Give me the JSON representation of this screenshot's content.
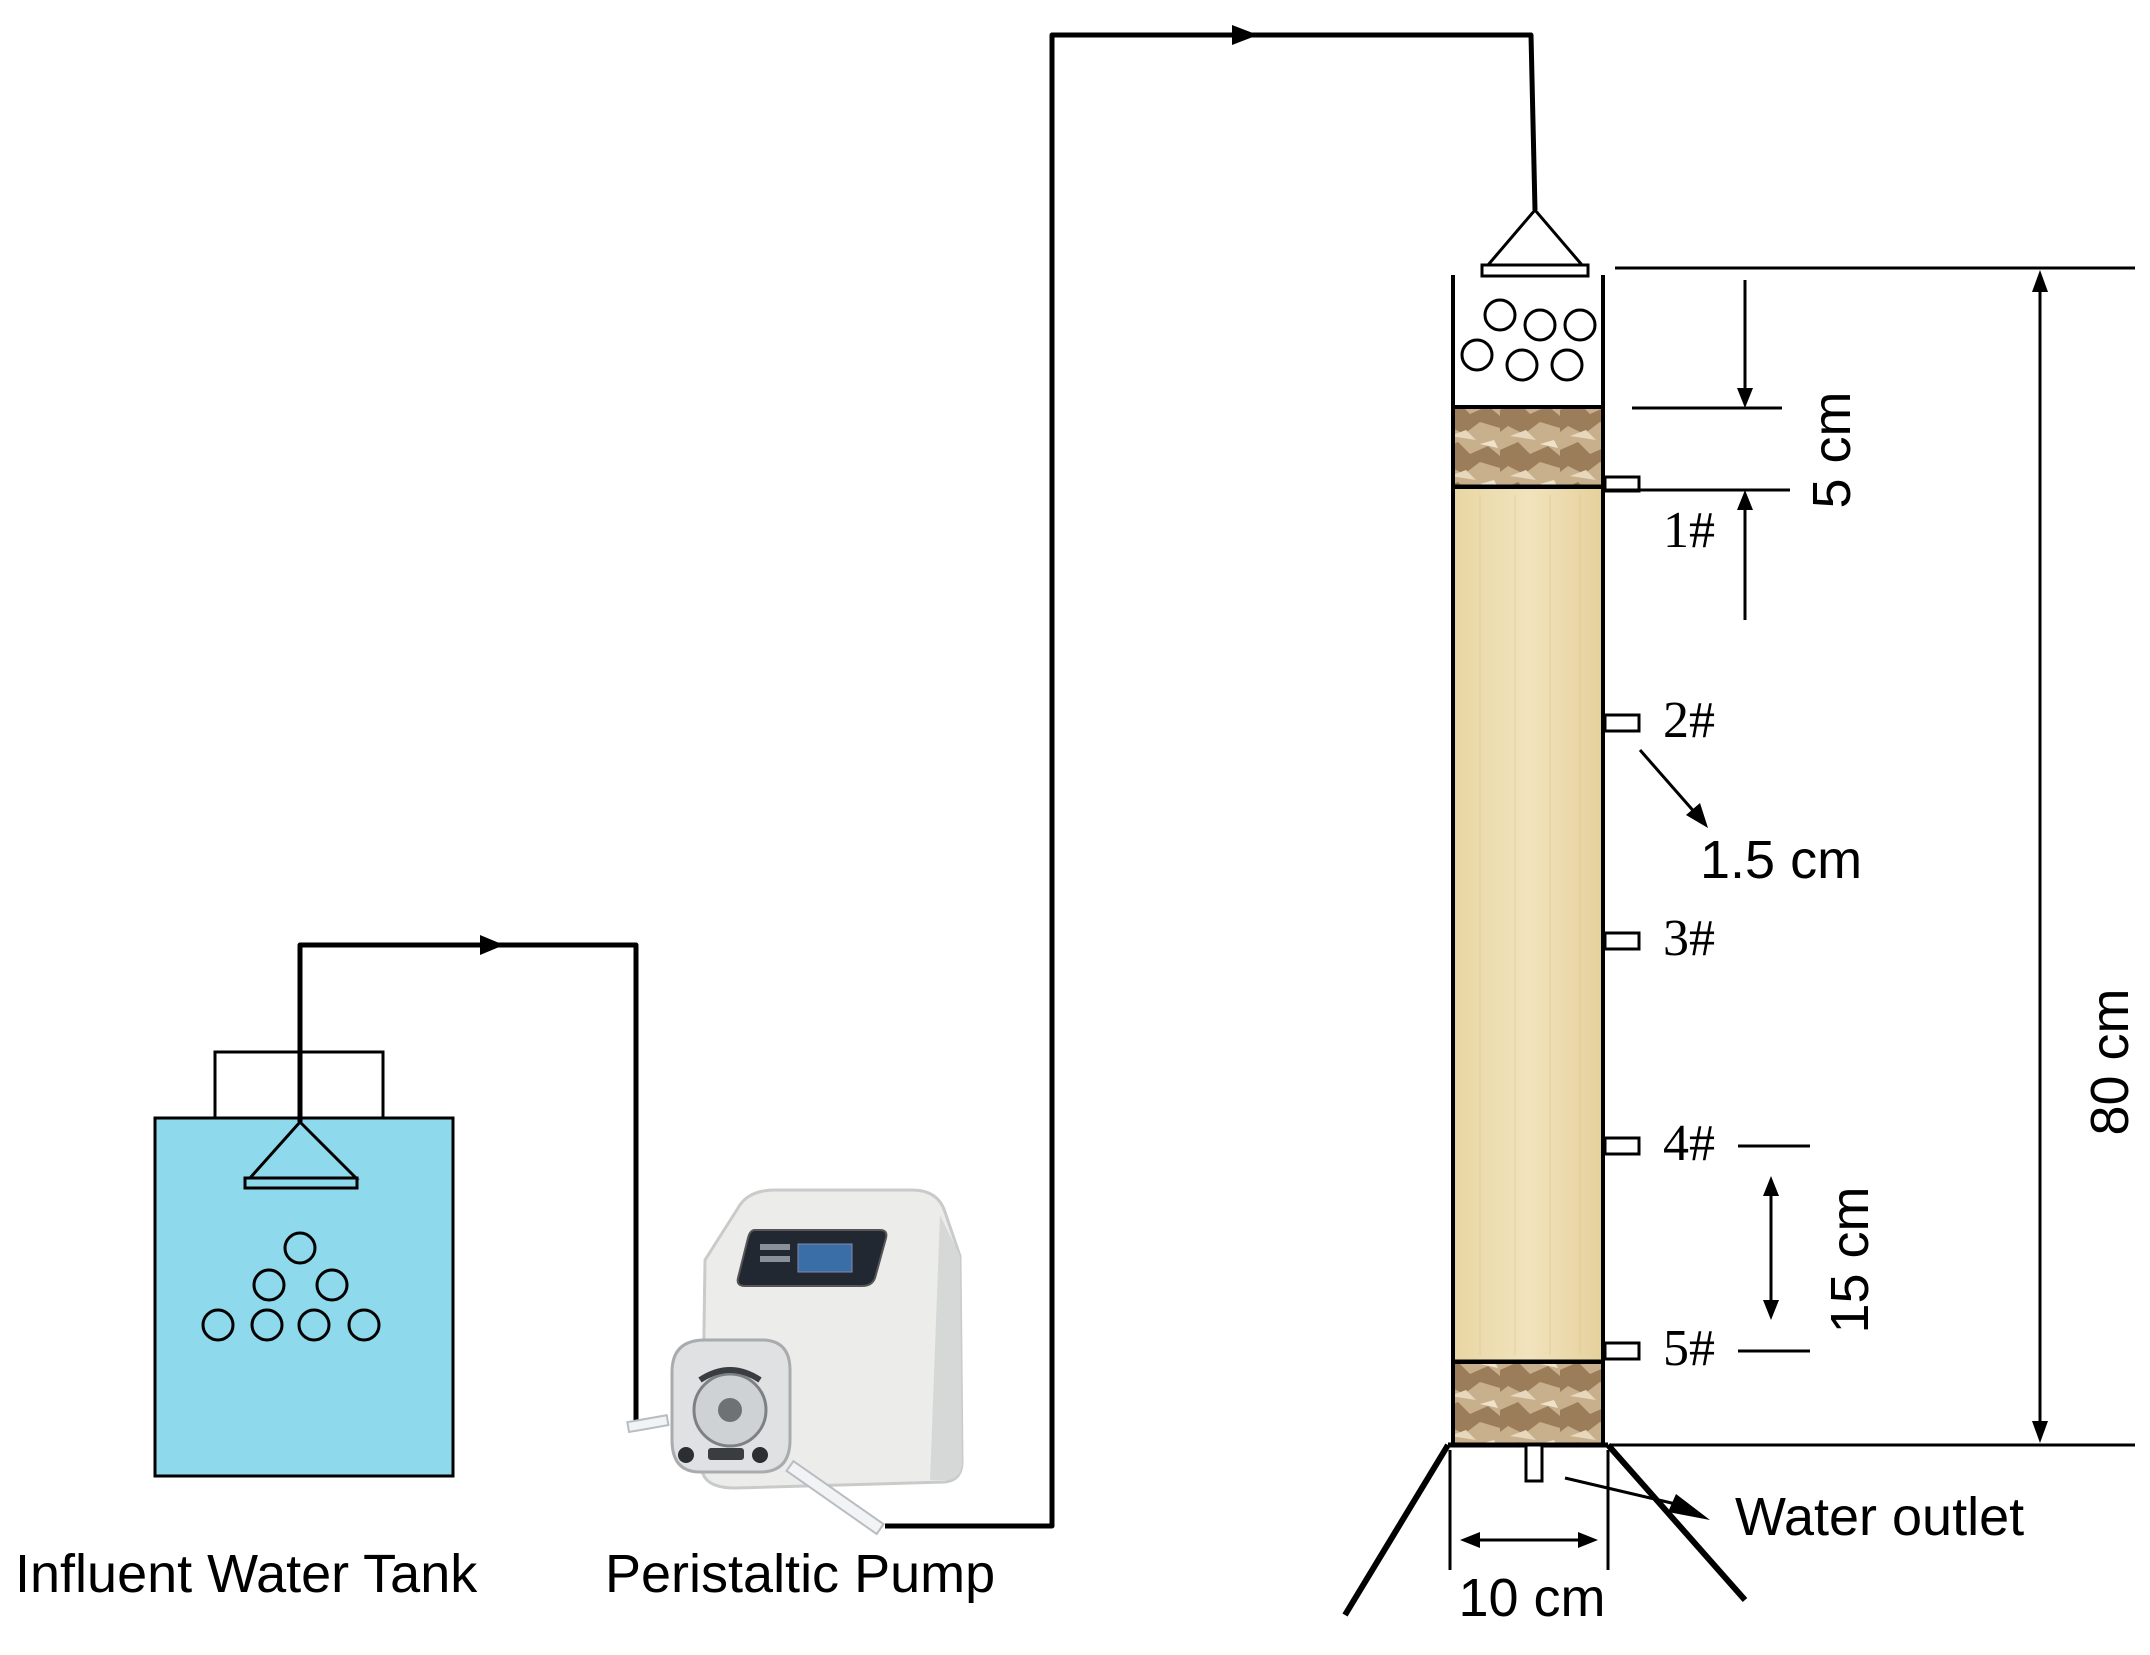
{
  "labels": {
    "tank": "Influent Water Tank",
    "pump": "Peristaltic Pump",
    "outlet": "Water outlet"
  },
  "ports": [
    "1#",
    "2#",
    "3#",
    "4#",
    "5#"
  ],
  "dimensions": {
    "top_layer": "5 cm",
    "port_length": "1.5 cm",
    "port_spacing": "15 cm",
    "column_height": "80 cm",
    "column_diameter": "10 cm"
  },
  "colors": {
    "tank_water": "#8fd9ec",
    "soil_fill": "#ecdcae",
    "gravel_fill": "#b59a76",
    "line": "#000000"
  }
}
